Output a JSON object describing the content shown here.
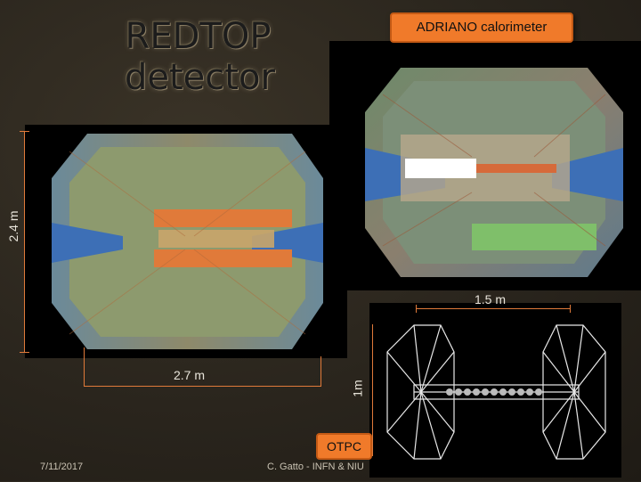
{
  "slide": {
    "title_line1": "REDTOP",
    "title_line2": "detector",
    "callout_adriano": "ADRIANO calorimeter",
    "callout_otpc": "OTPC",
    "dim_height": "2.4 m",
    "dim_length": "2.7 m",
    "dim_otpc_length": "1.5 m",
    "dim_otpc_height": "1m",
    "footer_date": "7/11/2017",
    "footer_author": "C. Gatto - INFN & NIU"
  },
  "colors": {
    "accent": "#f07a2a",
    "background": "#2a251d",
    "panel": "#000000"
  }
}
